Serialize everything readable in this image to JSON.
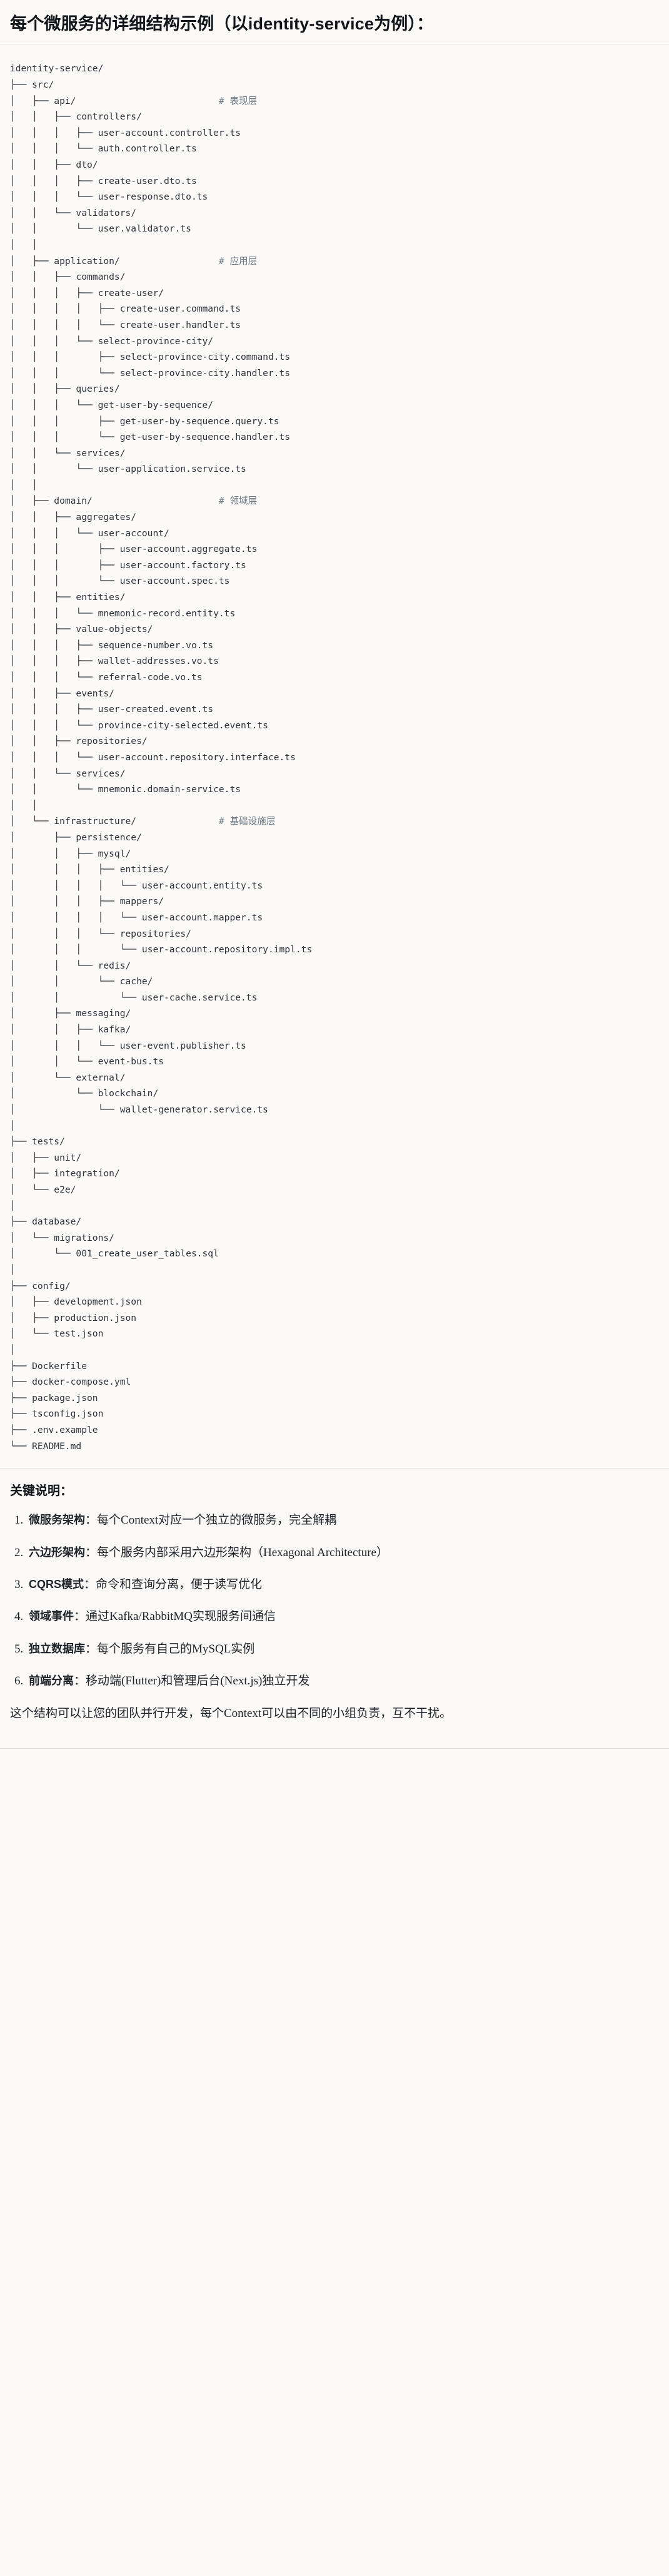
{
  "heading": "每个微服务的详细结构示例（以identity-service为例）：",
  "tree": {
    "root": "identity-service/",
    "lines": [
      {
        "prefix": "identity-service/",
        "comment": ""
      },
      {
        "prefix": "├── src/",
        "comment": ""
      },
      {
        "prefix": "│   ├── api/",
        "comment": "# 表现层"
      },
      {
        "prefix": "│   │   ├── controllers/",
        "comment": ""
      },
      {
        "prefix": "│   │   │   ├── user-account.controller.ts",
        "comment": ""
      },
      {
        "prefix": "│   │   │   └── auth.controller.ts",
        "comment": ""
      },
      {
        "prefix": "│   │   ├── dto/",
        "comment": ""
      },
      {
        "prefix": "│   │   │   ├── create-user.dto.ts",
        "comment": ""
      },
      {
        "prefix": "│   │   │   └── user-response.dto.ts",
        "comment": ""
      },
      {
        "prefix": "│   │   └── validators/",
        "comment": ""
      },
      {
        "prefix": "│   │       └── user.validator.ts",
        "comment": ""
      },
      {
        "prefix": "│   │",
        "comment": ""
      },
      {
        "prefix": "│   ├── application/",
        "comment": "# 应用层"
      },
      {
        "prefix": "│   │   ├── commands/",
        "comment": ""
      },
      {
        "prefix": "│   │   │   ├── create-user/",
        "comment": ""
      },
      {
        "prefix": "│   │   │   │   ├── create-user.command.ts",
        "comment": ""
      },
      {
        "prefix": "│   │   │   │   └── create-user.handler.ts",
        "comment": ""
      },
      {
        "prefix": "│   │   │   └── select-province-city/",
        "comment": ""
      },
      {
        "prefix": "│   │   │       ├── select-province-city.command.ts",
        "comment": ""
      },
      {
        "prefix": "│   │   │       └── select-province-city.handler.ts",
        "comment": ""
      },
      {
        "prefix": "│   │   ├── queries/",
        "comment": ""
      },
      {
        "prefix": "│   │   │   └── get-user-by-sequence/",
        "comment": ""
      },
      {
        "prefix": "│   │   │       ├── get-user-by-sequence.query.ts",
        "comment": ""
      },
      {
        "prefix": "│   │   │       └── get-user-by-sequence.handler.ts",
        "comment": ""
      },
      {
        "prefix": "│   │   └── services/",
        "comment": ""
      },
      {
        "prefix": "│   │       └── user-application.service.ts",
        "comment": ""
      },
      {
        "prefix": "│   │",
        "comment": ""
      },
      {
        "prefix": "│   ├── domain/",
        "comment": "# 领域层"
      },
      {
        "prefix": "│   │   ├── aggregates/",
        "comment": ""
      },
      {
        "prefix": "│   │   │   └── user-account/",
        "comment": ""
      },
      {
        "prefix": "│   │   │       ├── user-account.aggregate.ts",
        "comment": ""
      },
      {
        "prefix": "│   │   │       ├── user-account.factory.ts",
        "comment": ""
      },
      {
        "prefix": "│   │   │       └── user-account.spec.ts",
        "comment": ""
      },
      {
        "prefix": "│   │   ├── entities/",
        "comment": ""
      },
      {
        "prefix": "│   │   │   └── mnemonic-record.entity.ts",
        "comment": ""
      },
      {
        "prefix": "│   │   ├── value-objects/",
        "comment": ""
      },
      {
        "prefix": "│   │   │   ├── sequence-number.vo.ts",
        "comment": ""
      },
      {
        "prefix": "│   │   │   ├── wallet-addresses.vo.ts",
        "comment": ""
      },
      {
        "prefix": "│   │   │   └── referral-code.vo.ts",
        "comment": ""
      },
      {
        "prefix": "│   │   ├── events/",
        "comment": ""
      },
      {
        "prefix": "│   │   │   ├── user-created.event.ts",
        "comment": ""
      },
      {
        "prefix": "│   │   │   └── province-city-selected.event.ts",
        "comment": ""
      },
      {
        "prefix": "│   │   ├── repositories/",
        "comment": ""
      },
      {
        "prefix": "│   │   │   └── user-account.repository.interface.ts",
        "comment": ""
      },
      {
        "prefix": "│   │   └── services/",
        "comment": ""
      },
      {
        "prefix": "│   │       └── mnemonic.domain-service.ts",
        "comment": ""
      },
      {
        "prefix": "│   │",
        "comment": ""
      },
      {
        "prefix": "│   └── infrastructure/",
        "comment": "# 基础设施层"
      },
      {
        "prefix": "│       ├── persistence/",
        "comment": ""
      },
      {
        "prefix": "│       │   ├── mysql/",
        "comment": ""
      },
      {
        "prefix": "│       │   │   ├── entities/",
        "comment": ""
      },
      {
        "prefix": "│       │   │   │   └── user-account.entity.ts",
        "comment": ""
      },
      {
        "prefix": "│       │   │   ├── mappers/",
        "comment": ""
      },
      {
        "prefix": "│       │   │   │   └── user-account.mapper.ts",
        "comment": ""
      },
      {
        "prefix": "│       │   │   └── repositories/",
        "comment": ""
      },
      {
        "prefix": "│       │   │       └── user-account.repository.impl.ts",
        "comment": ""
      },
      {
        "prefix": "│       │   └── redis/",
        "comment": ""
      },
      {
        "prefix": "│       │       └── cache/",
        "comment": ""
      },
      {
        "prefix": "│       │           └── user-cache.service.ts",
        "comment": ""
      },
      {
        "prefix": "│       ├── messaging/",
        "comment": ""
      },
      {
        "prefix": "│       │   ├── kafka/",
        "comment": ""
      },
      {
        "prefix": "│       │   │   └── user-event.publisher.ts",
        "comment": ""
      },
      {
        "prefix": "│       │   └── event-bus.ts",
        "comment": ""
      },
      {
        "prefix": "│       └── external/",
        "comment": ""
      },
      {
        "prefix": "│           └── blockchain/",
        "comment": ""
      },
      {
        "prefix": "│               └── wallet-generator.service.ts",
        "comment": ""
      },
      {
        "prefix": "│",
        "comment": ""
      },
      {
        "prefix": "├── tests/",
        "comment": ""
      },
      {
        "prefix": "│   ├── unit/",
        "comment": ""
      },
      {
        "prefix": "│   ├── integration/",
        "comment": ""
      },
      {
        "prefix": "│   └── e2e/",
        "comment": ""
      },
      {
        "prefix": "│",
        "comment": ""
      },
      {
        "prefix": "├── database/",
        "comment": ""
      },
      {
        "prefix": "│   └── migrations/",
        "comment": ""
      },
      {
        "prefix": "│       └── 001_create_user_tables.sql",
        "comment": ""
      },
      {
        "prefix": "│",
        "comment": ""
      },
      {
        "prefix": "├── config/",
        "comment": ""
      },
      {
        "prefix": "│   ├── development.json",
        "comment": ""
      },
      {
        "prefix": "│   ├── production.json",
        "comment": ""
      },
      {
        "prefix": "│   └── test.json",
        "comment": ""
      },
      {
        "prefix": "│",
        "comment": ""
      },
      {
        "prefix": "├── Dockerfile",
        "comment": ""
      },
      {
        "prefix": "├── docker-compose.yml",
        "comment": ""
      },
      {
        "prefix": "├── package.json",
        "comment": ""
      },
      {
        "prefix": "├── tsconfig.json",
        "comment": ""
      },
      {
        "prefix": "├── .env.example",
        "comment": ""
      },
      {
        "prefix": "└── README.md",
        "comment": ""
      }
    ]
  },
  "notes": {
    "title": "关键说明：",
    "items": [
      {
        "term": "微服务架构",
        "sep": "：",
        "desc": "每个Context对应一个独立的微服务，完全解耦"
      },
      {
        "term": "六边形架构",
        "sep": "：",
        "desc": "每个服务内部采用六边形架构（Hexagonal Architecture）"
      },
      {
        "term": "CQRS模式",
        "sep": "：",
        "desc": "命令和查询分离，便于读写优化"
      },
      {
        "term": "领域事件",
        "sep": "：",
        "desc": "通过Kafka/RabbitMQ实现服务间通信"
      },
      {
        "term": "独立数据库",
        "sep": "：",
        "desc": "每个服务有自己的MySQL实例"
      },
      {
        "term": "前端分离",
        "sep": "：",
        "desc": "移动端(Flutter)和管理后台(Next.js)独立开发"
      }
    ],
    "closing": "这个结构可以让您的团队并行开发，每个Context可以由不同的小组负责，互不干扰。"
  },
  "colors": {
    "page_bg": "#faf9f7",
    "code_bg": "#fbfaf8",
    "text": "#1f2328",
    "comment": "#6e7681",
    "rule": "#e3e1dd"
  }
}
